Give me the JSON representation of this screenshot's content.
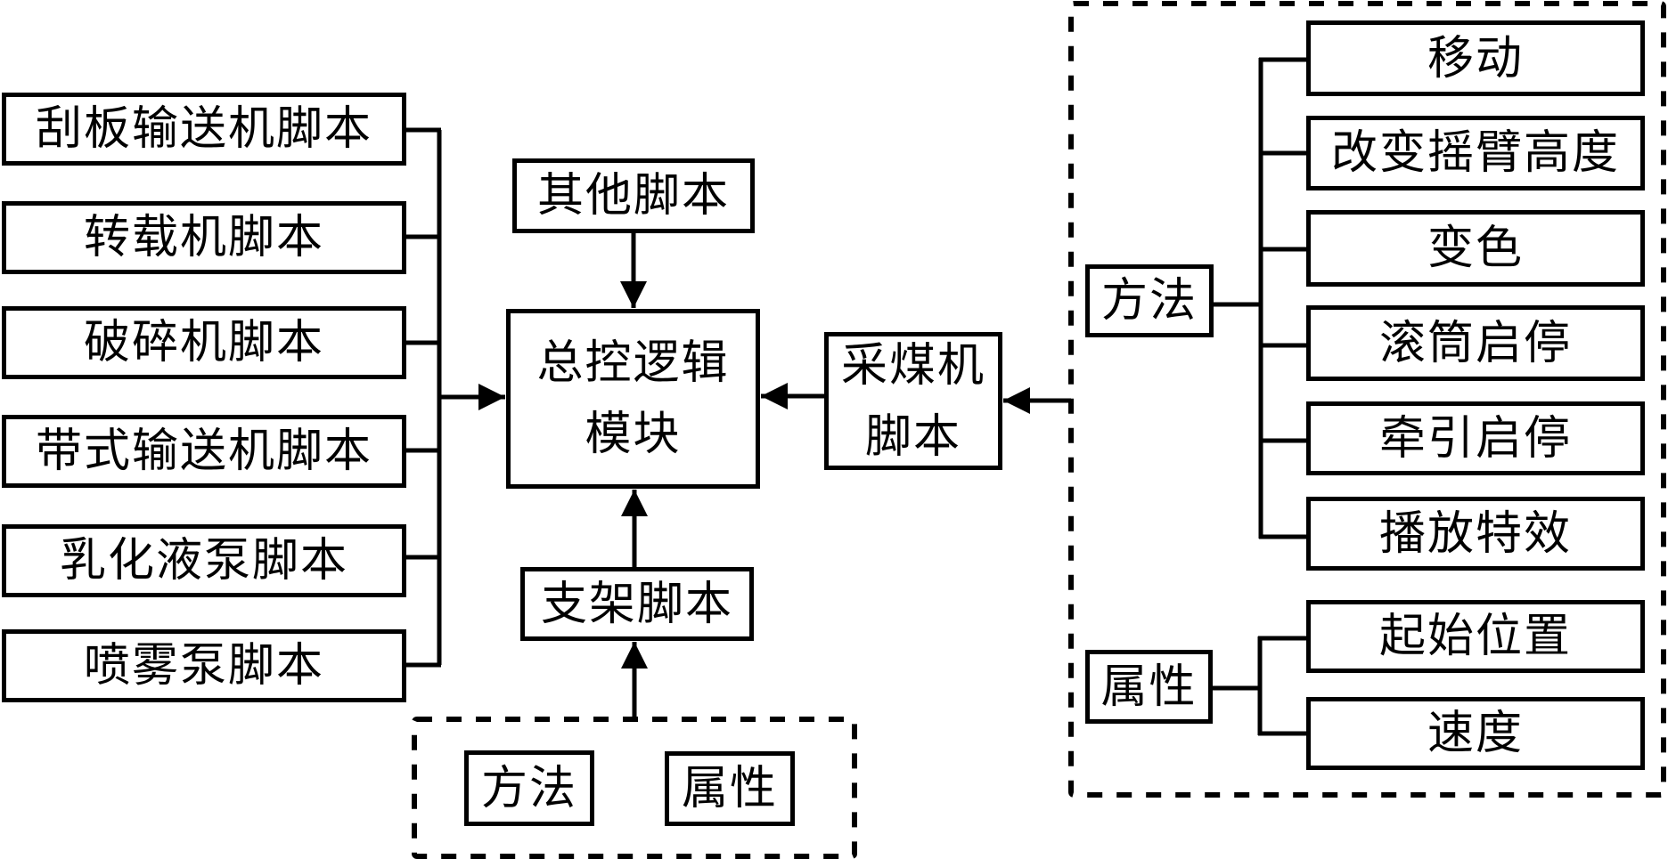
{
  "diagram": {
    "left_scripts": [
      {
        "label": "刮板输送机脚本"
      },
      {
        "label": "转载机脚本"
      },
      {
        "label": "破碎机脚本"
      },
      {
        "label": "带式输送机脚本"
      },
      {
        "label": "乳化液泵脚本"
      },
      {
        "label": "喷雾泵脚本"
      }
    ],
    "other_scripts": {
      "label": "其他脚本"
    },
    "core_module": {
      "lines": [
        "总控逻辑",
        "模块"
      ]
    },
    "support_script": {
      "label": "支架脚本",
      "group": {
        "methods_label": "方法",
        "attributes_label": "属性"
      }
    },
    "shearer_script": {
      "lines": [
        "采煤机",
        "脚本"
      ],
      "group": {
        "methods_label": "方法",
        "methods": [
          {
            "label": "移动"
          },
          {
            "label": "改变摇臂高度"
          },
          {
            "label": "变色"
          },
          {
            "label": "滚筒启停"
          },
          {
            "label": "牵引启停"
          },
          {
            "label": "播放特效"
          }
        ],
        "attributes_label": "属性",
        "attributes": [
          {
            "label": "起始位置"
          },
          {
            "label": "速度"
          }
        ]
      }
    },
    "colors": {
      "stroke": "#000000",
      "background": "#ffffff"
    }
  }
}
